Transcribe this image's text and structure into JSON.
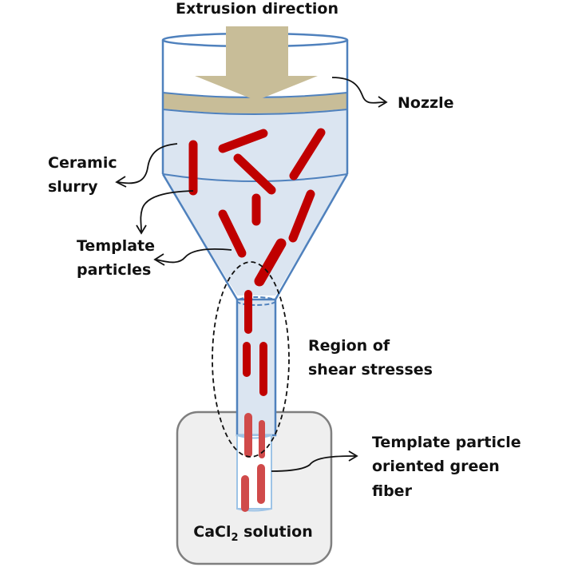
{
  "title": "Extrusion direction",
  "labels": {
    "nozzle": "Nozzle",
    "ceramic_slurry": [
      "Ceramic",
      "slurry"
    ],
    "template_particles": [
      "Template",
      "particles"
    ],
    "shear_region": [
      "Region of",
      "shear stresses"
    ],
    "oriented_fiber": [
      "Template particle",
      "oriented green",
      "fiber"
    ],
    "solution": {
      "base": "CaCl",
      "subscript": "2",
      "suffix": " solution"
    }
  },
  "colors": {
    "arrow": "#c8bd98",
    "slurry": "#dbe5f1",
    "outline": "#4f81bd",
    "particle": "#c00000",
    "particle_light": "#d04a4a",
    "bath": "#efefef",
    "bath_border": "#7f7f7f"
  }
}
